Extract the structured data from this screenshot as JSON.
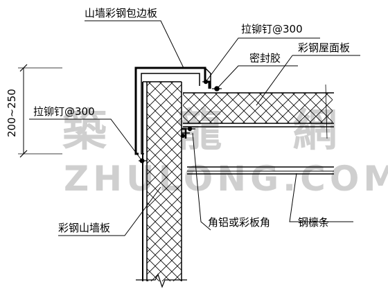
{
  "labels": {
    "flashing": "山墙彩钢包边板",
    "rivet_top": "拉铆钉@300",
    "sealant": "密封胶",
    "roof_panel": "彩钢屋面板",
    "rivet_left": "拉铆钉@300",
    "wall_panel": "彩钢山墙板",
    "angle": "角铝或彩板角",
    "purlin": "钢檩条",
    "dimension": "200~250"
  },
  "watermark": {
    "chinese": "築 龍 網",
    "latin": "ZHULONG.COM"
  },
  "colors": {
    "line": "#000000",
    "watermark": "#cfcfcf",
    "background": "#ffffff"
  }
}
